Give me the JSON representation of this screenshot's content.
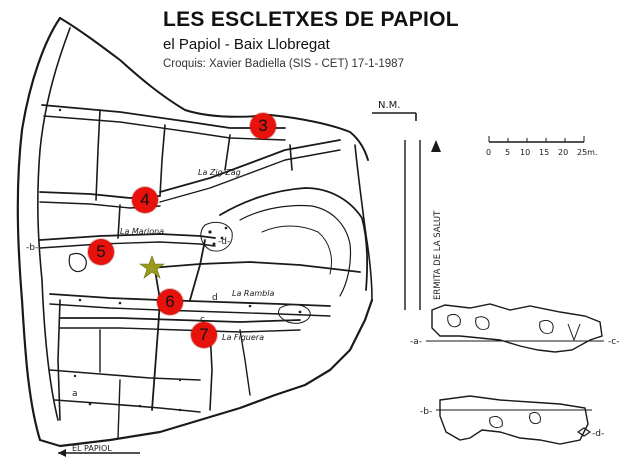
{
  "map": {
    "title": "LES ESCLETXES DE PAPIOL",
    "subtitle": "el Papiol - Baix Llobregat",
    "credit": "Croquis: Xavier Badiella (SIS - CET)  17-1-1987",
    "north_label": "N.M.",
    "scale": {
      "ticks": [
        "0",
        "5",
        "10",
        "15",
        "20",
        "25m."
      ]
    },
    "road_label": "ERMITA DE LA SALUT",
    "bottom_label": "EL PAPIOL",
    "passage_names": [
      "La Zig Zag",
      "La Mariona",
      "La Rambla",
      "La Figuera"
    ],
    "section_letters": [
      "-a-",
      "-b-",
      "-c-",
      "-d-",
      "a",
      "c",
      "d"
    ],
    "markers": [
      {
        "label": "3"
      },
      {
        "label": "4"
      },
      {
        "label": "5"
      },
      {
        "label": "6"
      },
      {
        "label": "7"
      }
    ],
    "star_color": "#9a9a1e",
    "marker_color": "#e8120c"
  }
}
